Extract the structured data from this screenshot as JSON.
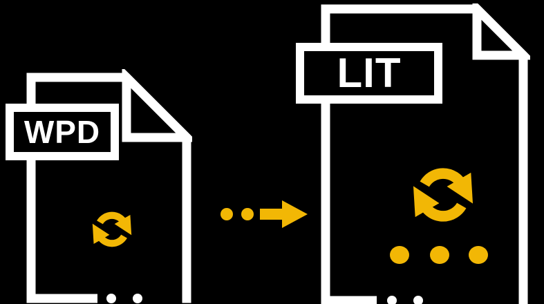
{
  "page": {
    "background": "#000000"
  },
  "colors": {
    "background": "#000000",
    "document_fill": "#000000",
    "outline": "#FFFFFF",
    "label_text": "#FFFFFF",
    "accent": "#F2B705"
  },
  "conversion": {
    "source_format": "WPD",
    "target_format": "LIT"
  },
  "icons": {
    "sync": "circular-refresh-arrows",
    "convert_arrow": "dotted-right-arrow",
    "ellipsis": "three-yellow-dots",
    "page_dots": "white-edge-dots"
  }
}
